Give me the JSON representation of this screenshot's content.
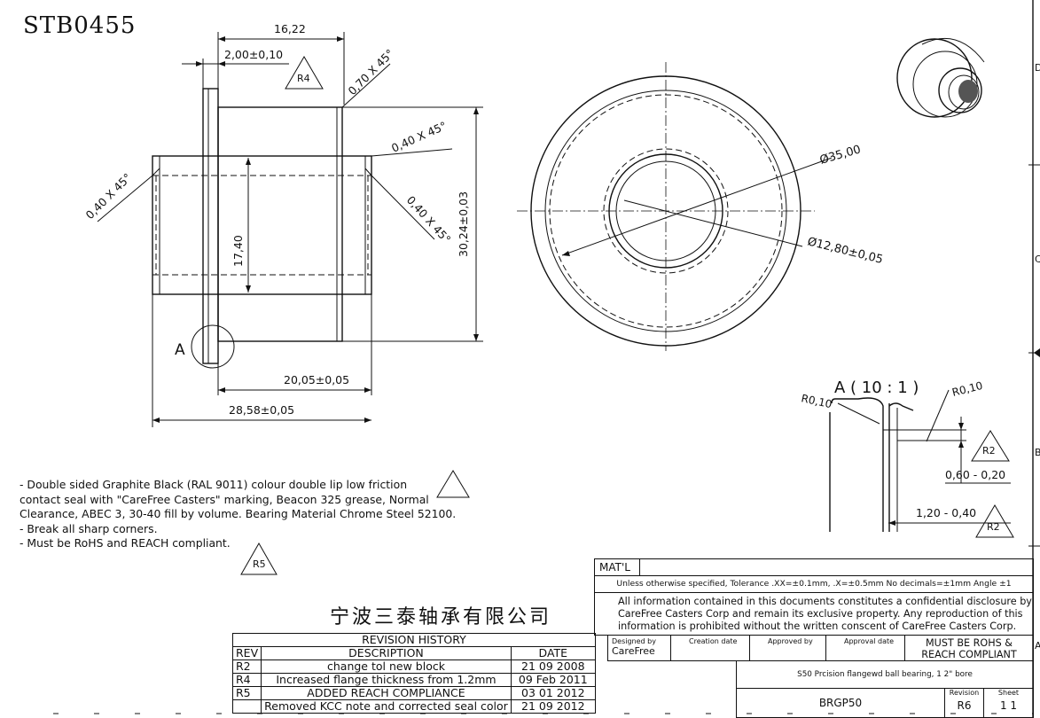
{
  "drawing": {
    "part_number": "STB0455",
    "company_cn": "宁波三泰轴承有限公司"
  },
  "dimensions": {
    "overall_top": "16,22",
    "flange_thickness": "2,00±0,10",
    "chamfer_top": "0,70 X 45°",
    "chamfer_inner_right": "0,40 X 45°",
    "chamfer_left": "0,40 X 45°",
    "chamfer_right": "0,40 X 45°",
    "bore_dia": "17,40",
    "outer_height": "30,24±0,03",
    "length_inner": "20,05±0,05",
    "length_total": "28,58±0,05",
    "dia_outer": "Ø35,00",
    "dia_inner": "Ø12,80±0,05",
    "detail_ref": "A",
    "detail_title": "A ( 10 : 1 )",
    "detail_radius_left": "R0,10",
    "detail_radius_right": "R0,10",
    "detail_gap_1": "0,60 - 0,20",
    "detail_gap_2": "1,20 - 0,40"
  },
  "revision_flags": {
    "r4": "R4",
    "r5": "R5",
    "r2a": "R2",
    "r2b": "R2"
  },
  "notes": [
    "-  Double sided Graphite Black (RAL    9011) colour double lip low friction",
    "contact seal with \"CareFree Casters\" marking, Beacon 325 grease, Normal",
    "Clearance, ABEC 3,  30-40    fill by volume.  Bearing Material Chrome Steel 52100.",
    "-  Break all sharp corners.",
    "-  Must be RoHS and REACH compliant."
  ],
  "revision_history": {
    "title": "REVISION HISTORY",
    "headers": [
      "REV",
      "DESCRIPTION",
      "DATE"
    ],
    "rows": [
      {
        "rev": "R2",
        "desc": "change tol  new block",
        "date": "21 09 2008"
      },
      {
        "rev": "R4",
        "desc": "Increased flange thickness from 1.2mm",
        "date": "09 Feb 2011"
      },
      {
        "rev": "R5",
        "desc": "ADDED REACH COMPLIANCE",
        "date": "03 01 2012"
      },
      {
        "rev": "",
        "desc": "Removed KCC note and corrected seal color",
        "date": "21 09 2012"
      }
    ]
  },
  "title_block": {
    "matl_label": "MAT'L",
    "tolerance": "Unless otherwise specified, Tolerance  .XX=±0.1mm,  .X=±0.5mm  No decimals=±1mm  Angle ±1",
    "confidential": [
      "All information contained in this documents constitutes a confidential disclosure by",
      "CareFree Casters Corp and remain its exclusive property.  Any reproduction of this",
      "information is prohibited without the written conscent of CareFree Casters Corp."
    ],
    "designed_by_label": "Designed by",
    "designed_by": "CareFree",
    "creation_date_label": "Creation date",
    "approved_by_label": "Approved by",
    "approval_date_label": "Approval date",
    "rohs": [
      "MUST BE ROHS &",
      "REACH COMPLIANT"
    ],
    "description": "S50 Prcision flangewd ball bearing, 1 2\" bore",
    "part_code": "BRGP50",
    "revision_label": "Revision",
    "revision": "R6",
    "sheet_label": "Sheet",
    "sheet": "1  1"
  },
  "border_letters": [
    "D",
    "C",
    "B",
    "A"
  ]
}
